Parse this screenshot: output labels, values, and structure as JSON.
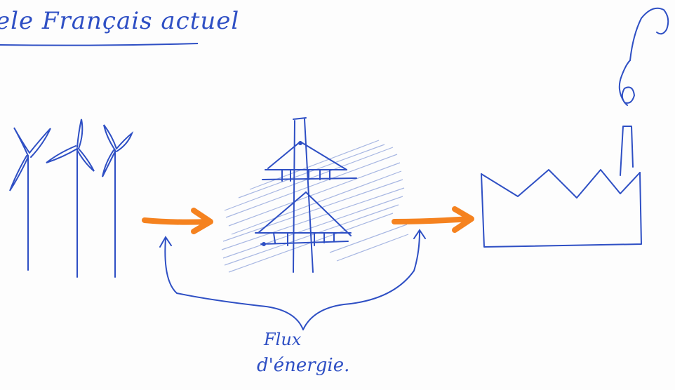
{
  "title": "ele Français actuel",
  "caption": {
    "line1": "Flux",
    "line2": "d'énergie."
  },
  "colors": {
    "ink": "#2e4fc4",
    "arrow": "#f5821f",
    "hatch": "#9fb0e0"
  },
  "icons": {
    "wind_turbines": "wind-turbines-icon",
    "pylon": "power-pylon-icon",
    "factory": "factory-icon"
  }
}
